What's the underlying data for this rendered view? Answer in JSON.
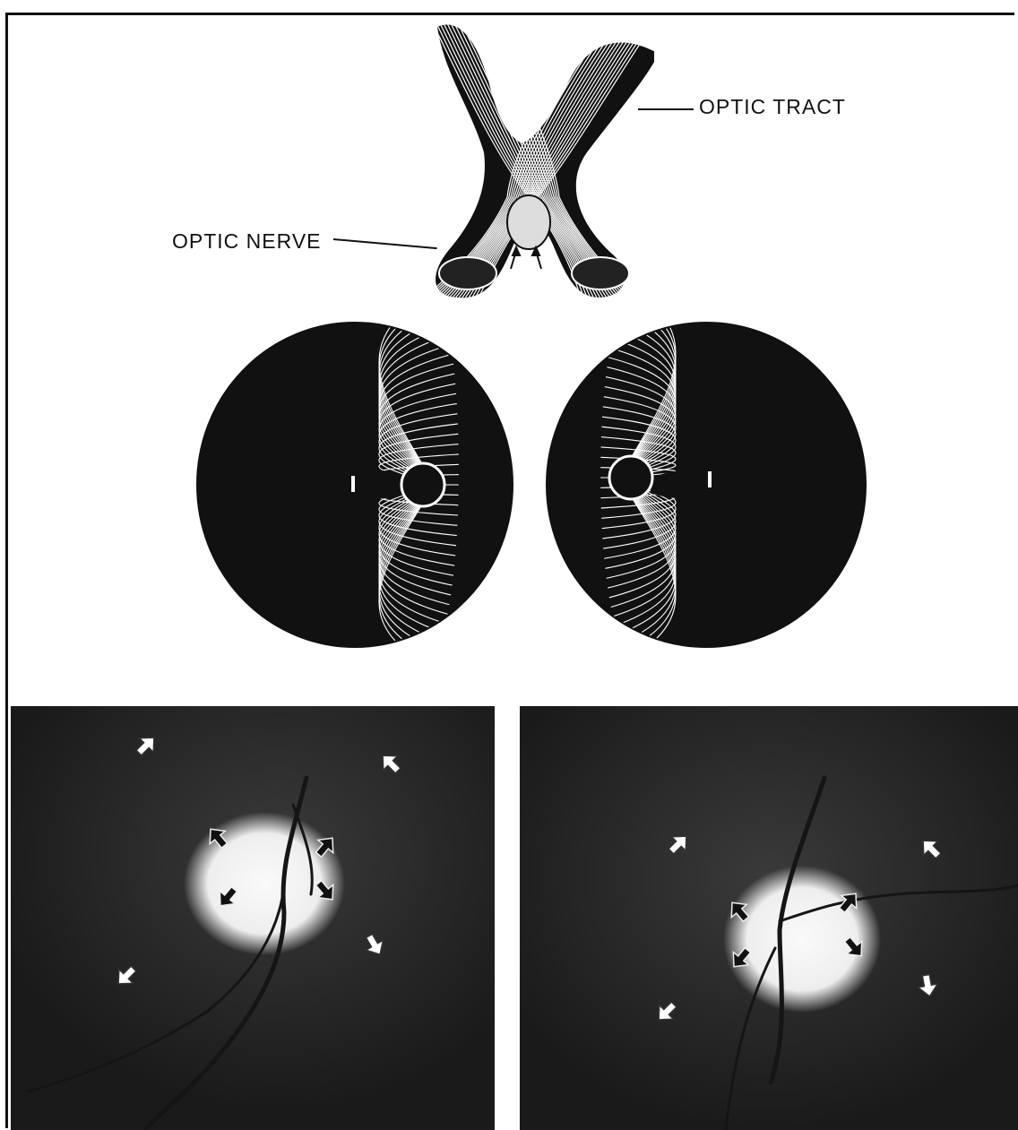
{
  "labels": {
    "optic_tract": "OPTIC TRACT",
    "optic_nerve": "OPTIC NERVE"
  },
  "panels": {
    "chiasm": {
      "arrows_under_lesion": 2
    },
    "fields": {
      "left_bar": "I",
      "right_bar": "I"
    },
    "photos": [
      {
        "white_arrows": 4,
        "black_arrows": 4
      },
      {
        "white_arrows": 4,
        "black_arrows": 4
      }
    ]
  },
  "colors": {
    "ink": "#111111",
    "paper": "#ffffff",
    "fundus": "#1f1f1f",
    "disc": "#f2f2f2"
  }
}
